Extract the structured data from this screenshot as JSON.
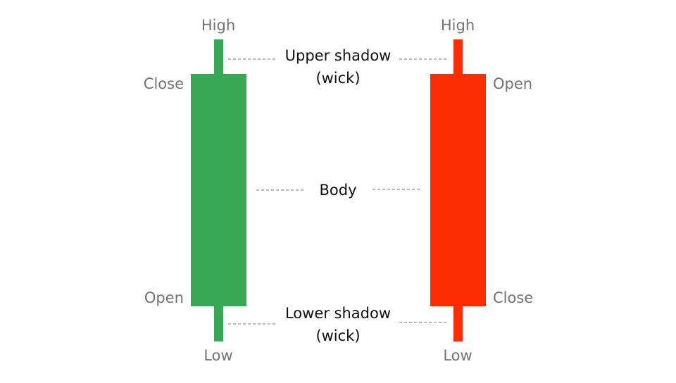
{
  "colors": {
    "bullish": "#38a856",
    "bearish": "#fe2c02",
    "label_grey": "#737373",
    "label_dark": "#111111",
    "leader": "#a8a8a8"
  },
  "bullish_candle": {
    "high_label": "High",
    "close_label": "Close",
    "open_label": "Open",
    "low_label": "Low"
  },
  "bearish_candle": {
    "high_label": "High",
    "open_label": "Open",
    "close_label": "Close",
    "low_label": "Low"
  },
  "annotations": {
    "upper_shadow": [
      "Upper shadow",
      "(wick)"
    ],
    "body": "Body",
    "lower_shadow": [
      "Lower shadow",
      "(wick)"
    ]
  }
}
